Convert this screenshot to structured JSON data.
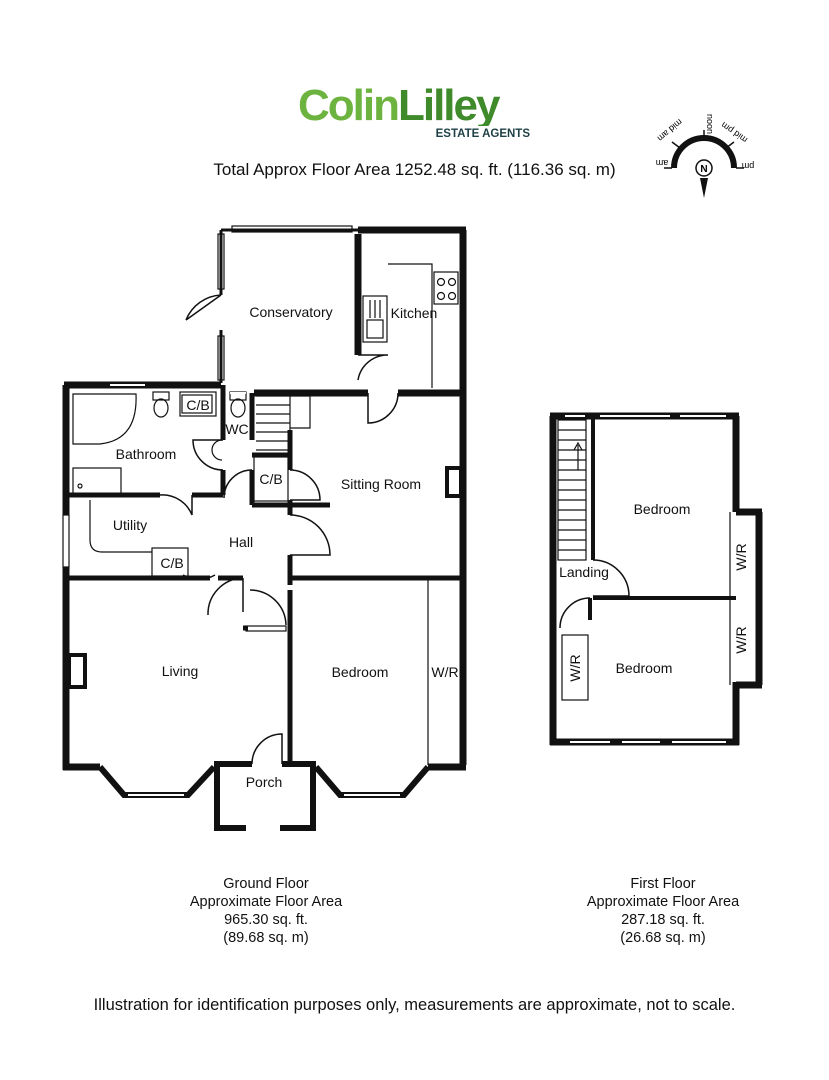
{
  "header": {
    "logo_primary": "ColinLilley",
    "logo_secondary": "ESTATE AGENTS",
    "total_area": "Total Approx Floor Area 1252.48 sq. ft. (116.36 sq. m)"
  },
  "compass": {
    "labels": [
      "am",
      "mid am",
      "noon",
      "mid pm",
      "pm"
    ],
    "north": "N"
  },
  "ground_floor": {
    "rooms": {
      "conservatory": "Conservatory",
      "kitchen": "Kitchen",
      "bathroom": "Bathroom",
      "cb_bath": "C/B",
      "wc": "WC",
      "cb_stairs": "C/B",
      "sitting_room": "Sitting Room",
      "utility": "Utility",
      "hall": "Hall",
      "cb_hall": "C/B",
      "living": "Living",
      "bedroom": "Bedroom",
      "wr": "W/R",
      "porch": "Porch"
    },
    "caption": {
      "name": "Ground Floor",
      "label": "Approximate Floor Area",
      "sqft": "965.30 sq. ft.",
      "sqm": "(89.68 sq. m)"
    }
  },
  "first_floor": {
    "rooms": {
      "bedroom_1": "Bedroom",
      "wr_1": "W/R",
      "landing": "Landing",
      "bedroom_2": "Bedroom",
      "wr_2": "W/R",
      "wr_3": "W/R"
    },
    "caption": {
      "name": "First Floor",
      "label": "Approximate Floor Area",
      "sqft": "287.18 sq. ft.",
      "sqm": "(26.68 sq. m)"
    }
  },
  "footer": {
    "disclaimer": "Illustration for identification purposes only, measurements are approximate, not to scale."
  },
  "colors": {
    "logo_green": "#6db33f",
    "logo_dark": "#1e3f45",
    "wall": "#111111"
  }
}
